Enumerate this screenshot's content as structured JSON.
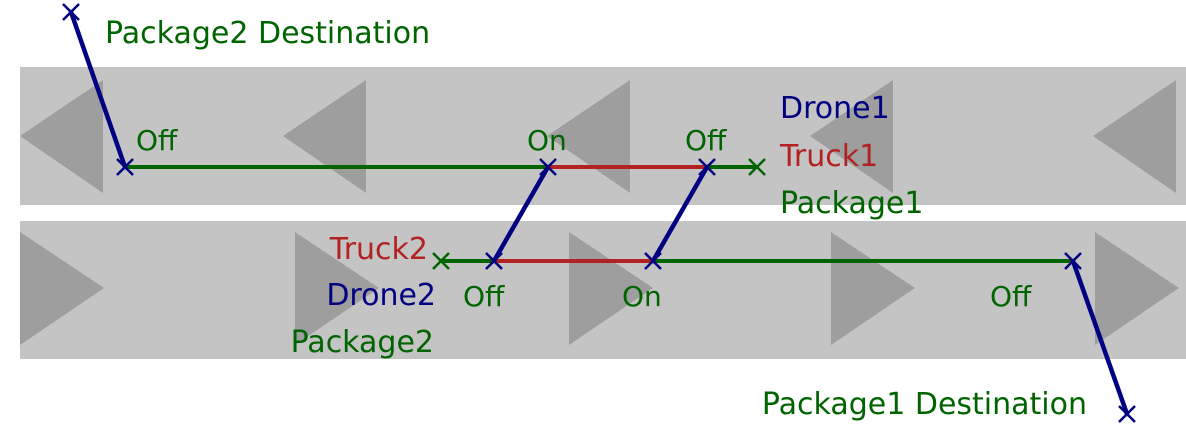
{
  "colors": {
    "lane": "#c4c4c4",
    "arrow": "#9e9e9e",
    "drone": "#000080",
    "truck": "#b22222",
    "package": "#006400"
  },
  "lanes": [
    {
      "direction": "left"
    },
    {
      "direction": "right"
    }
  ],
  "labels": {
    "package2_destination": "Package2 Destination",
    "package1_destination": "Package1 Destination",
    "drone1": "Drone1",
    "truck1": "Truck1",
    "package1": "Package1",
    "truck2": "Truck2",
    "drone2": "Drone2",
    "package2": "Package2",
    "off": "Off",
    "on": "On"
  }
}
